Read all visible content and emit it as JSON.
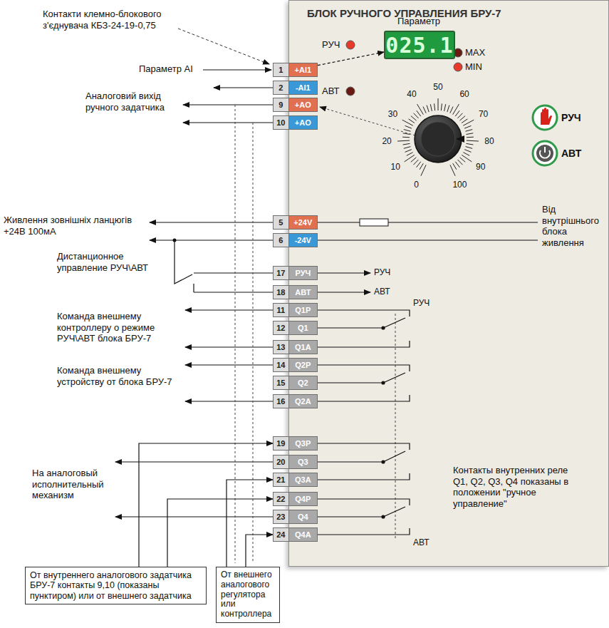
{
  "diagram": {
    "nodes": [
      {
        "text": [
          "БЛОК РУЧНОГО УПРАВЛЕНИЯ БРУ-7"
        ]
      },
      {
        "text": [
          "025.1"
        ],
        "in": 0
      },
      {
        "text": [
          "1",
          "+AI1"
        ]
      },
      {
        "text": [
          "2",
          "-AI1"
        ]
      },
      {
        "text": [
          "9",
          "+AO"
        ]
      },
      {
        "text": [
          "10",
          "+AO"
        ]
      },
      {
        "text": [
          "5",
          "+24V"
        ]
      },
      {
        "text": [
          "6",
          "-24V"
        ]
      },
      {
        "text": [
          "17",
          "РУЧ"
        ]
      },
      {
        "text": [
          "18",
          "АВТ"
        ]
      },
      {
        "text": [
          "11",
          "Q1P"
        ]
      },
      {
        "text": [
          "12",
          "Q1"
        ]
      },
      {
        "text": [
          "13",
          "Q1A"
        ]
      },
      {
        "text": [
          "14",
          "Q2P"
        ]
      },
      {
        "text": [
          "15",
          "Q2"
        ]
      },
      {
        "text": [
          "16",
          "Q2A"
        ]
      },
      {
        "text": [
          "19",
          "Q3P"
        ]
      },
      {
        "text": [
          "20",
          "Q3"
        ]
      },
      {
        "text": [
          "21",
          "Q3A"
        ]
      },
      {
        "text": [
          "22",
          "Q4P"
        ]
      },
      {
        "text": [
          "23",
          "Q4"
        ]
      },
      {
        "text": [
          "24",
          "Q4A"
        ]
      },
      {
        "text": [
          "От внутреннего аналогового задатчика БРУ-7 контакты 9,10 (показаны пунктиром) или от внешнего задатчика"
        ]
      },
      {
        "text": [
          "От внешнего аналогового регулятора или контроллера"
        ]
      }
    ],
    "edges": [
      {
        "from": 2,
        "to": 1,
        "arrow": "to"
      },
      {
        "from": 22,
        "to": 16,
        "arrow": "to"
      },
      {
        "from": 22,
        "to": 19,
        "arrow": "to"
      },
      {
        "from": 23,
        "to": 18,
        "arrow": "to"
      },
      {
        "from": 23,
        "to": 21,
        "arrow": "to"
      }
    ],
    "labels": [
      "Контакти клемно-блокового з'єднувача КБЗ-24-19-0,75",
      "Параметр AI",
      "Аналоговий вихід ручного задатчика",
      "Живлення зовнішніх ланцюгів +24В 100мА",
      "Дистанционное управление РУЧ\\АВТ",
      "Команда внешнему контроллеру о режиме РУЧ\\АВТ блока БРУ-7",
      "Команда внешнему устройству от блока БРУ-7",
      "На аналоговый исполнительный механизм",
      "Параметр",
      "РУЧ",
      "АВТ",
      "MAX",
      "MIN",
      "РУЧ",
      "АВТ",
      "0",
      "10",
      "20",
      "30",
      "40",
      "50",
      "60",
      "70",
      "80",
      "90",
      "100",
      "Від внутрішнього блока живлення",
      "РУЧ",
      "АВТ",
      "РУЧ",
      "Контакты внутренних реле Q1, Q2, Q3, Q4 показаны в положении \"ручное управление\"",
      "АВТ"
    ]
  }
}
